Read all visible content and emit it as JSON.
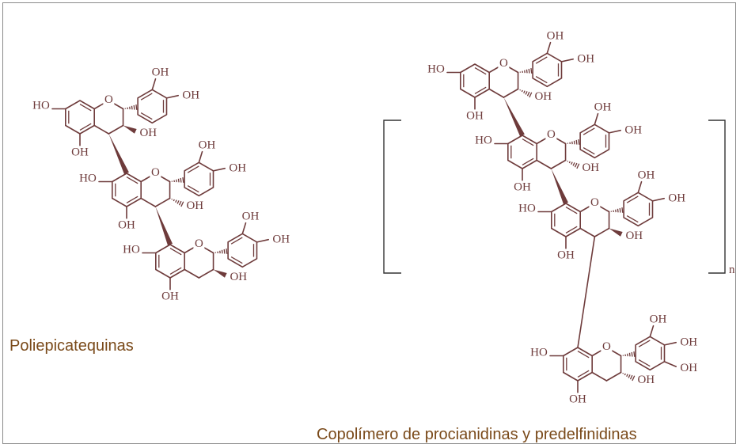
{
  "captions": {
    "left": "Poliepicatequinas",
    "right": "Copolímero de procianidinas y predelfinidinas",
    "subscript_n": "n"
  },
  "atom_labels": {
    "oh": "OH",
    "ho": "HO",
    "o": "O"
  },
  "colors": {
    "structure": "#6e3b3b",
    "caption": "#7a4a1a",
    "bracket": "#333333"
  }
}
